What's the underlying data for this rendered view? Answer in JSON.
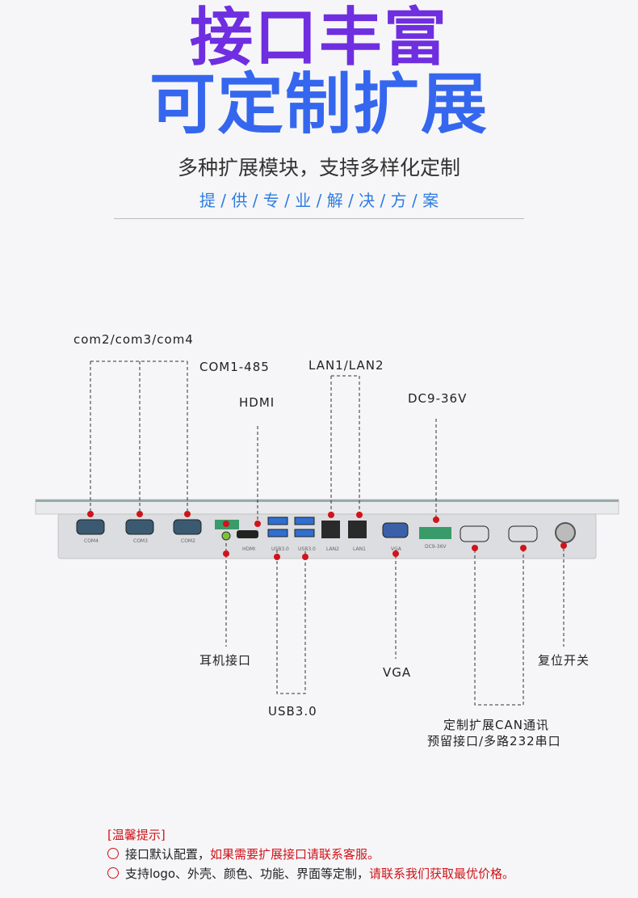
{
  "header": {
    "title_line1": "接口丰富",
    "title_line2": "可定制扩展",
    "subtitle": "多种扩展模块，支持多样化定制",
    "tagline": "提 / 供 / 专 / 业 / 解 / 决 / 方 / 案"
  },
  "callouts": {
    "com234": "com2/com3/com4",
    "com1": "COM1-485",
    "hdmi": "HDMI",
    "lan": "LAN1/LAN2",
    "dc": "DC9-36V",
    "audio": "耳机接口",
    "usb": "USB3.0",
    "vga": "VGA",
    "reset": "复位开关",
    "can_line1": "定制扩展CAN通讯",
    "can_line2": "预留接口/多路232串口"
  },
  "port_labels": {
    "com4": "COM4",
    "com3": "COM3",
    "com2": "COM2",
    "hdmi": "HDMI",
    "usb_a": "USB3.0",
    "usb_b": "USB3.0",
    "lan2": "LAN2",
    "lan1": "LAN1",
    "vga": "VGA",
    "dc": "DC9-36V"
  },
  "notes": {
    "title": "[温馨提示]",
    "line1_black": "接口默认配置，",
    "line1_red": "如果需要扩展接口请联系客服。",
    "line2_black": "支持logo、外壳、颜色、功能、界面等定制，",
    "line2_red": "请联系我们获取最优价格。"
  },
  "colors": {
    "purple": "#6f2ee0",
    "blue": "#3566ee",
    "accent_red": "#d0141a"
  }
}
